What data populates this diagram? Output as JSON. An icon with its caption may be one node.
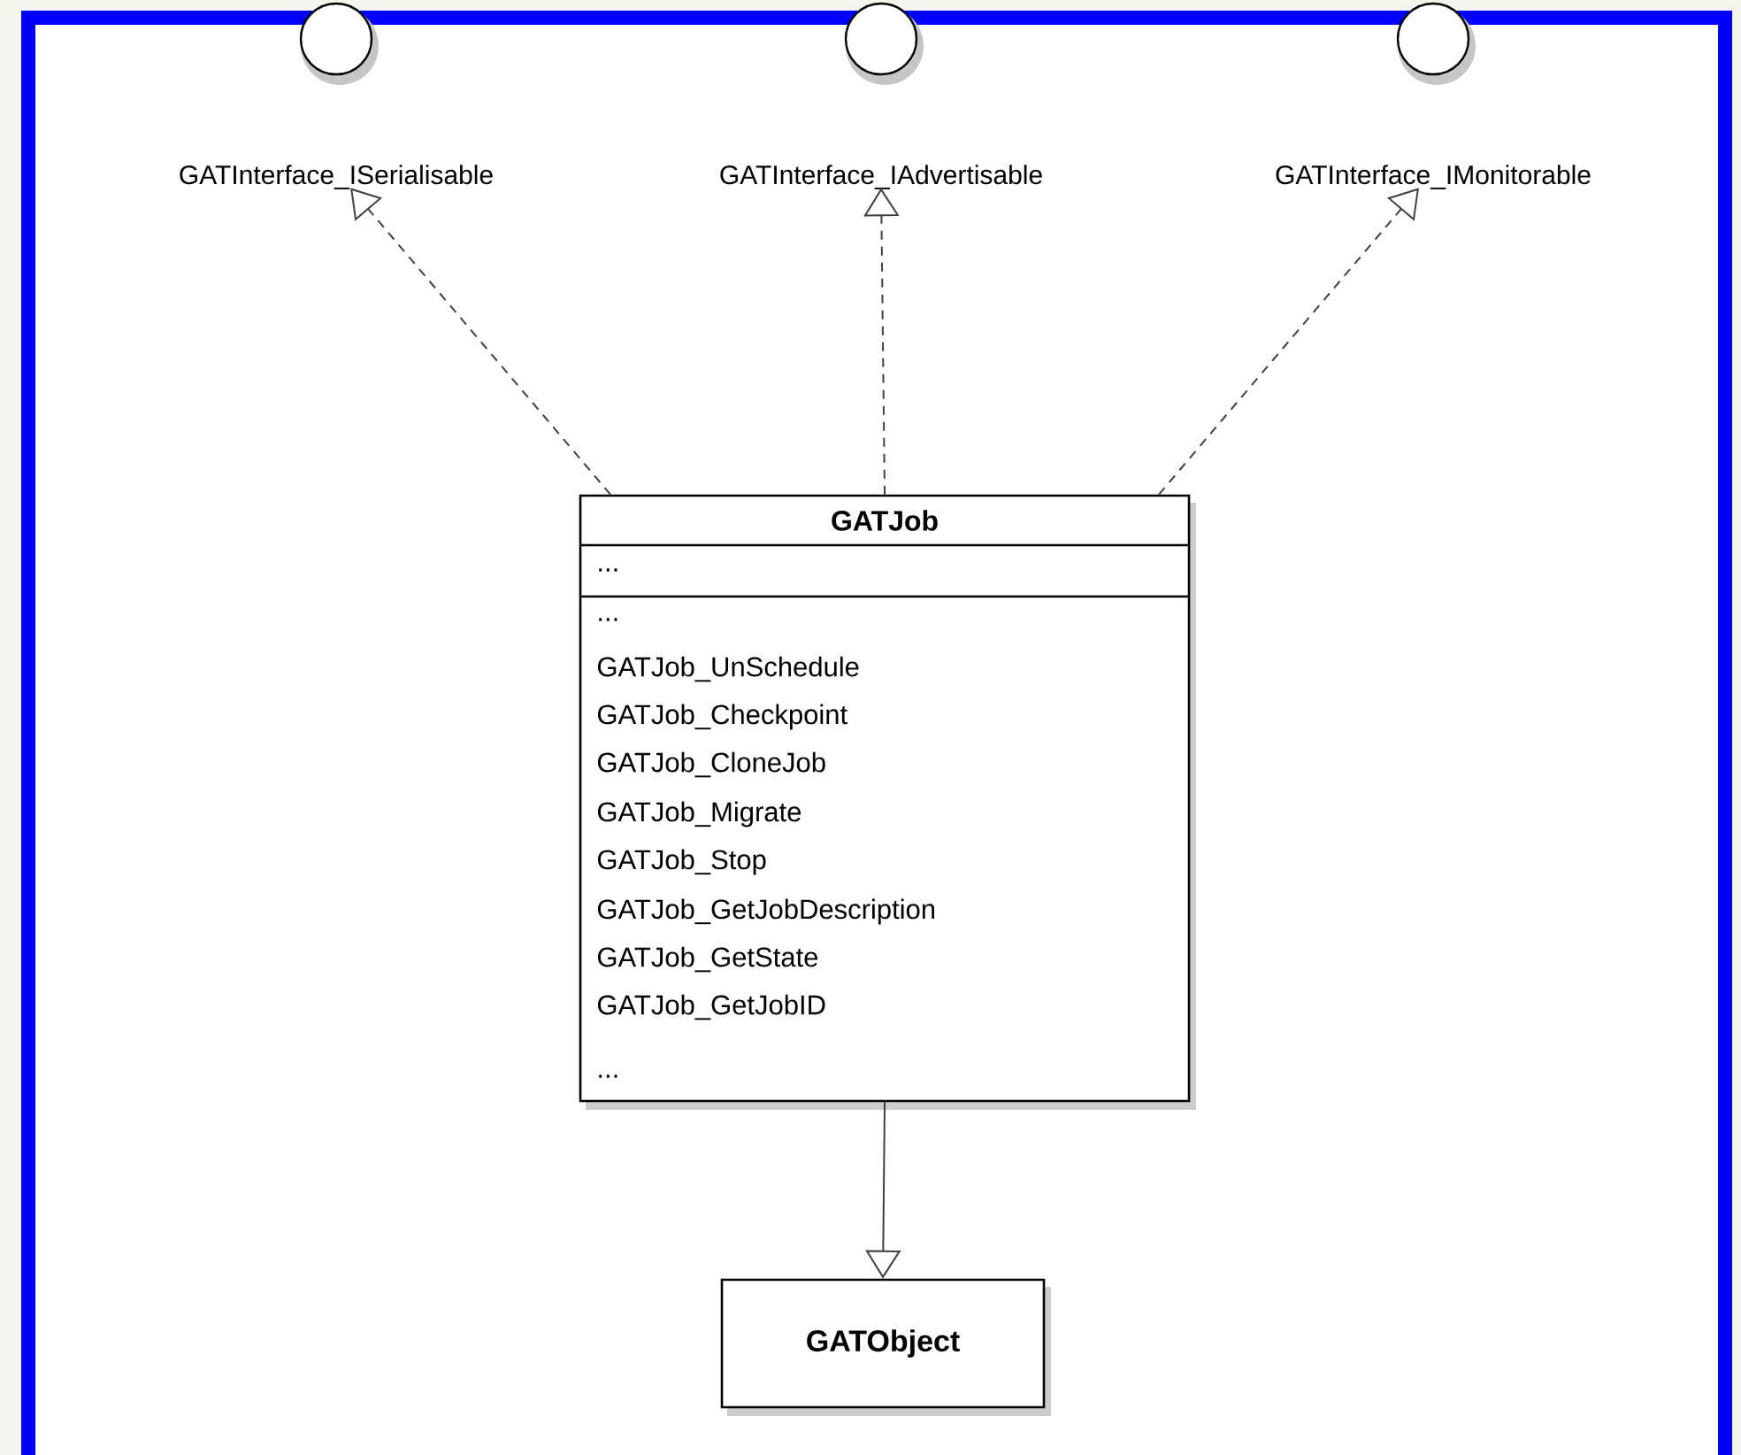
{
  "diagram": {
    "nodes": [
      {
        "text": [
          "GATInterface_ISerialisable"
        ]
      },
      {
        "text": [
          "GATInterface_IAdvertisable"
        ]
      },
      {
        "text": [
          "GATInterface_IMonitorable"
        ]
      },
      {
        "text": [
          "GATJob",
          "...",
          "...",
          "GATJob_UnSchedule",
          "GATJob_Checkpoint",
          "GATJob_CloneJob",
          "GATJob_Migrate",
          "GATJob_Stop",
          "GATJob_GetJobDescription",
          "GATJob_GetState",
          "GATJob_GetJobID",
          "..."
        ]
      },
      {
        "text": [
          "GATObject"
        ]
      }
    ],
    "edges": [
      {
        "from": 3,
        "to": 0,
        "arrow": "to",
        "style": "dashed"
      },
      {
        "from": 3,
        "to": 1,
        "arrow": "to",
        "style": "dashed"
      },
      {
        "from": 3,
        "to": 2,
        "arrow": "to",
        "style": "dashed"
      },
      {
        "from": 3,
        "to": 4,
        "arrow": "to"
      }
    ]
  }
}
